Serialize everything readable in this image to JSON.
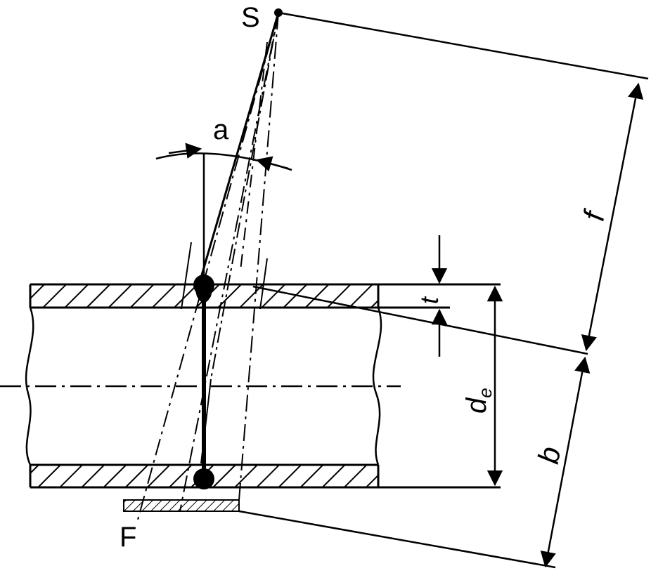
{
  "labels": {
    "source": "S",
    "film": "F",
    "angle": "a",
    "focal_distance": "f",
    "wall_thickness": "t",
    "outer_diameter": "d",
    "outer_diameter_sub": "e",
    "film_distance": "b"
  },
  "colors": {
    "ink": "#000000",
    "paper": "#ffffff"
  }
}
